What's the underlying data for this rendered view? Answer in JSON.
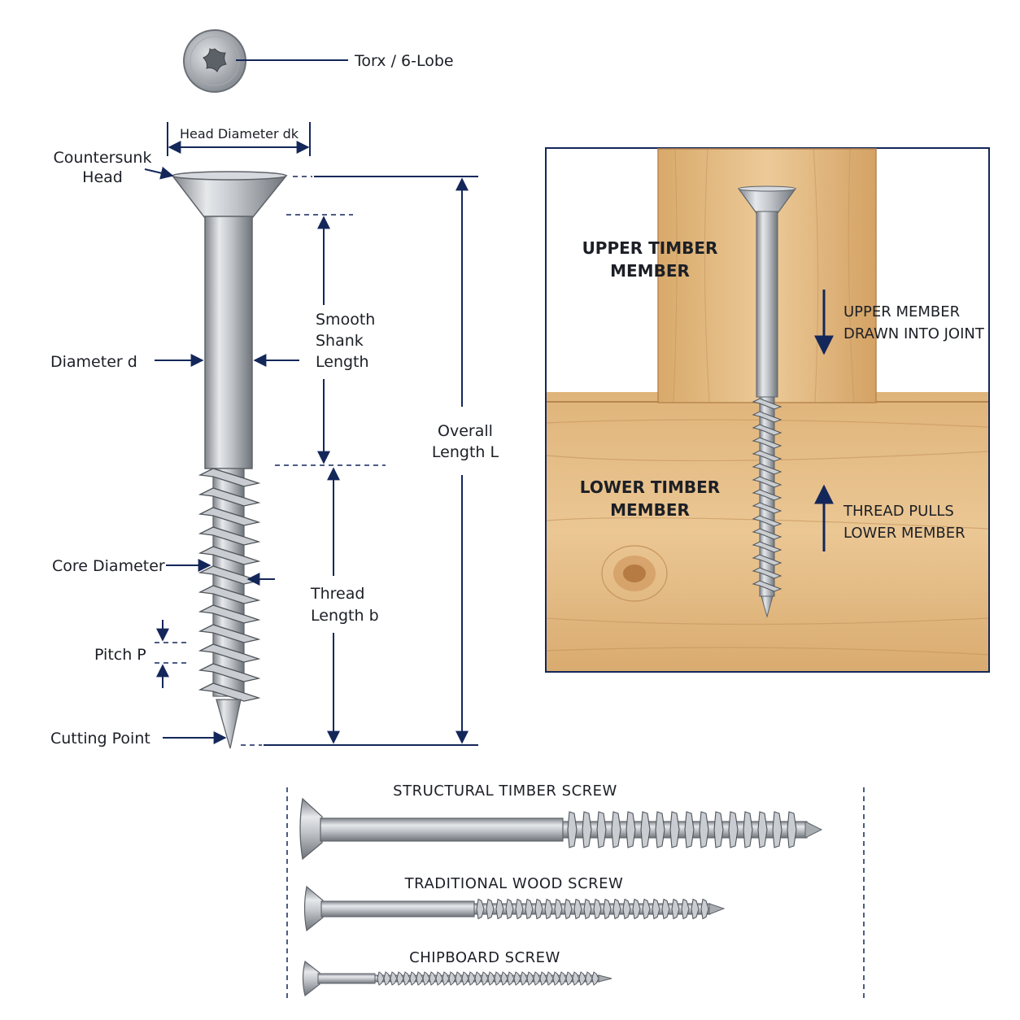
{
  "drive": {
    "label": "Torx / 6-Lobe",
    "icon": "torx-6-lobe-icon"
  },
  "dimensions": {
    "head_diameter": "Head Diameter dk",
    "countersunk_head": [
      "Countersunk",
      "Head"
    ],
    "diameter": "Diameter d",
    "smooth_shank": [
      "Smooth",
      "Shank",
      "Length"
    ],
    "overall_length": [
      "Overall",
      "Length L"
    ],
    "core_diameter": "Core Diameter",
    "thread_length": [
      "Thread",
      "Length b"
    ],
    "pitch": "Pitch P",
    "cutting_point": "Cutting Point"
  },
  "joint": {
    "upper_member": [
      "UPPER TIMBER",
      "MEMBER"
    ],
    "lower_member": [
      "LOWER TIMBER",
      "MEMBER"
    ],
    "upper_note": [
      "UPPER MEMBER",
      "DRAWN INTO JOINT"
    ],
    "lower_note": [
      "THREAD PULLS",
      "LOWER MEMBER"
    ]
  },
  "comparison": [
    {
      "label": "STRUCTURAL TIMBER SCREW"
    },
    {
      "label": "TRADITIONAL WOOD SCREW"
    },
    {
      "label": "CHIPBOARD SCREW"
    }
  ],
  "colors": {
    "dimension_lines": "#14275a",
    "steel_light": "#e3e5e8",
    "steel_dark": "#7d8288",
    "wood_light": "#e6c08c",
    "wood_dark": "#c99858"
  }
}
